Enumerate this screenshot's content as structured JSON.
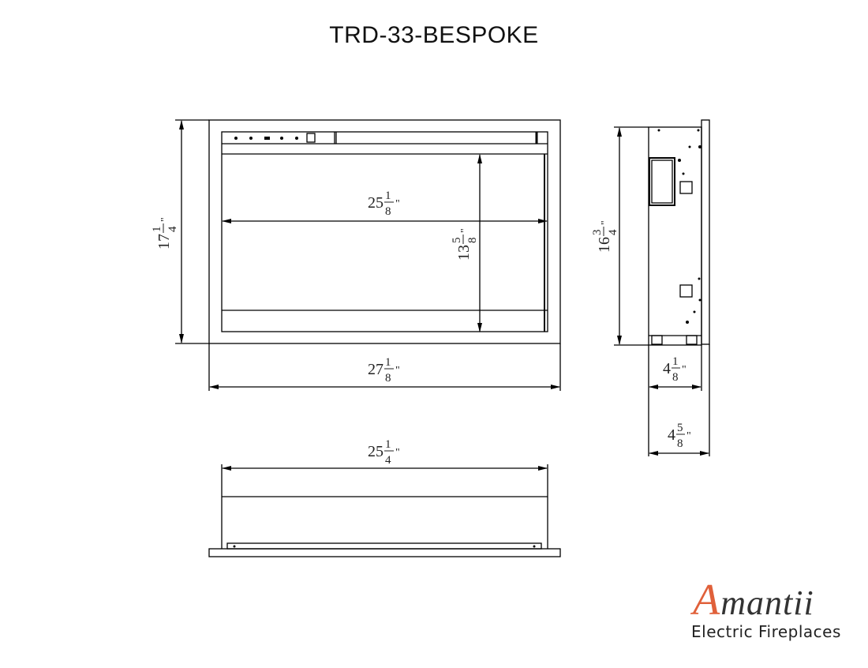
{
  "title": "TRD-33-BESPOKE",
  "dimensions": {
    "overall_height": {
      "whole": "17",
      "num": "1",
      "den": "4",
      "unit": "\""
    },
    "inner_width": {
      "whole": "25",
      "num": "1",
      "den": "8",
      "unit": "\""
    },
    "inner_height": {
      "whole": "13",
      "num": "5",
      "den": "8",
      "unit": "\""
    },
    "overall_width": {
      "whole": "27",
      "num": "1",
      "den": "8",
      "unit": "\""
    },
    "side_height": {
      "whole": "16",
      "num": "3",
      "den": "4",
      "unit": "\""
    },
    "body_depth": {
      "whole": "4",
      "num": "1",
      "den": "8",
      "unit": "\""
    },
    "total_depth": {
      "whole": "4",
      "num": "5",
      "den": "8",
      "unit": "\""
    },
    "top_width": {
      "whole": "25",
      "num": "1",
      "den": "4",
      "unit": "\""
    }
  },
  "views": [
    "front-view",
    "side-view",
    "top-view"
  ],
  "logo": {
    "brand_initial": "A",
    "brand_rest": "mantii",
    "tagline": "Electric Fireplaces",
    "accent_color": "#e0603a"
  }
}
